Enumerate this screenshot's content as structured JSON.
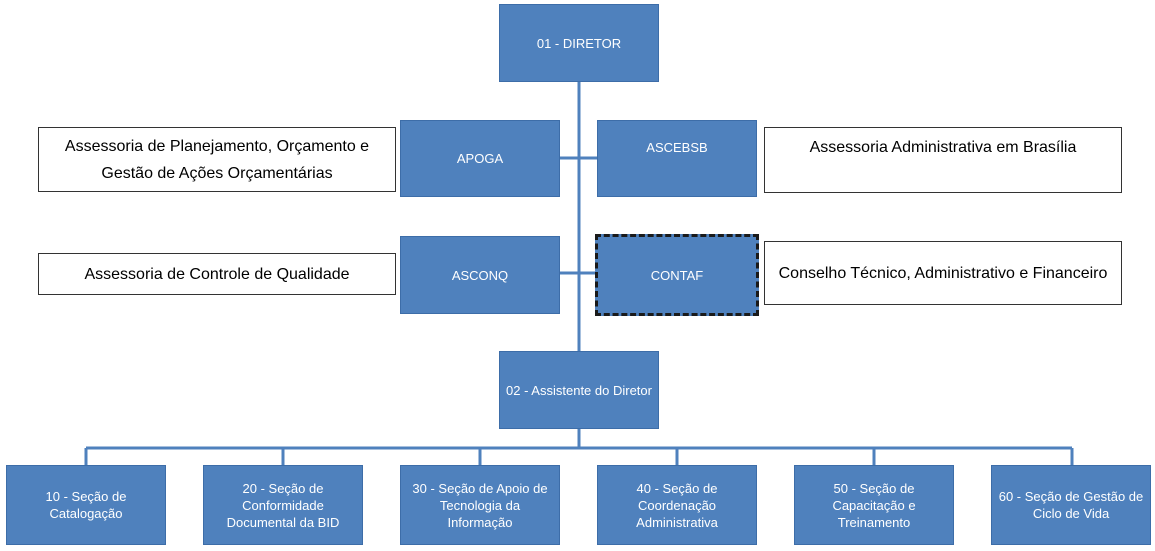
{
  "director": "01 - DIRETOR",
  "units": {
    "apoga": "APOGA",
    "ascebsb": "ASCEBSB",
    "asconq": "ASCONQ",
    "contaf": "CONTAF"
  },
  "descriptions": {
    "apoga": "Assessoria de Planejamento, Orçamento e Gestão de Ações Orçamentárias",
    "ascebsb": "Assessoria Administrativa em Brasília",
    "asconq": "Assessoria de Controle de Qualidade",
    "contaf": "Conselho Técnico, Administrativo e Financeiro"
  },
  "assistant": "02 - Assistente do Diretor",
  "sections": [
    "10 - Seção de Catalogação",
    "20 - Seção de Conformidade Documental da BID",
    "30 - Seção de  Apoio de Tecnologia da Informação",
    "40 - Seção de Coordenação Administrativa",
    "50 - Seção de Capacitação e Treinamento",
    "60 - Seção de Gestão de Ciclo de Vida"
  ],
  "colors": {
    "box": "#4f81bd",
    "connector": "#4f81bd"
  }
}
